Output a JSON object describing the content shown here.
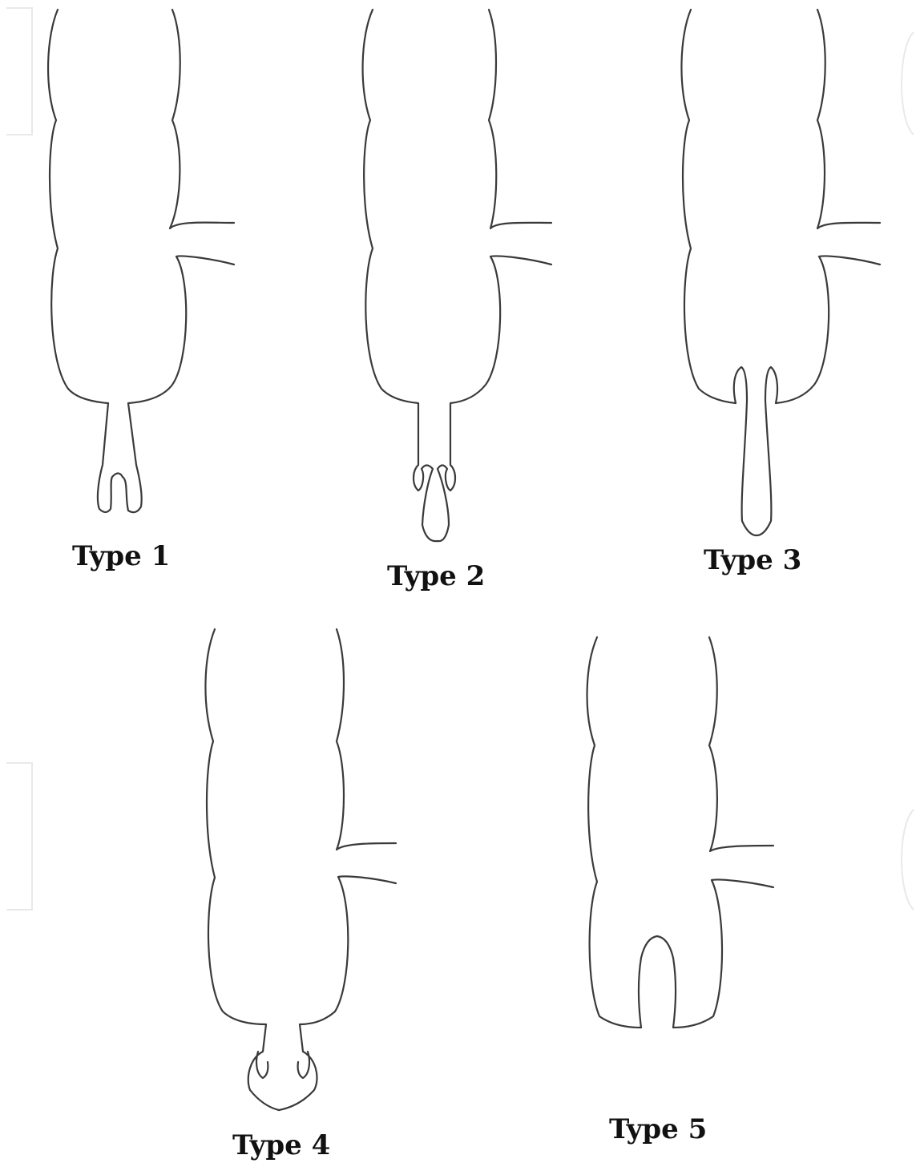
{
  "diagrams": [
    {
      "label": "Type 1"
    },
    {
      "label": "Type 2"
    },
    {
      "label": "Type 3"
    },
    {
      "label": "Type 4"
    },
    {
      "label": "Type 5"
    }
  ]
}
